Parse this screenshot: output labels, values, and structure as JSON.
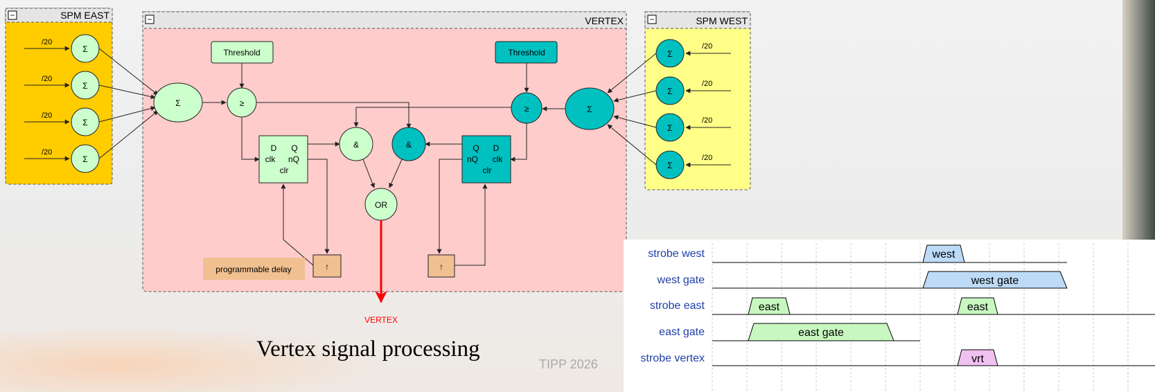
{
  "diagram": {
    "spm_east": {
      "title": "SPM EAST",
      "collapse": "−",
      "input_labels": [
        "/20",
        "/20",
        "/20",
        "/20"
      ],
      "sum_symbols": [
        "Σ",
        "Σ",
        "Σ",
        "Σ"
      ],
      "color": "#ffcc00"
    },
    "spm_west": {
      "title": "SPM WEST",
      "collapse": "−",
      "input_labels": [
        "/20",
        "/20",
        "/20",
        "/20"
      ],
      "sum_symbols": [
        "Σ",
        "Σ",
        "Σ",
        "Σ"
      ],
      "color": "#ffff88"
    },
    "vertex": {
      "title": "VERTEX",
      "collapse": "−",
      "color": "#ffcccc",
      "east_sum": "Σ",
      "west_sum": "Σ",
      "east_threshold": "Threshold",
      "west_threshold": "Threshold",
      "east_compare": "≥",
      "west_compare": "≥",
      "east_and": "&",
      "west_and": "&",
      "or_gate": "OR",
      "east_ff": {
        "d": "D",
        "q": "Q",
        "clk": "clk",
        "nq": "nQ",
        "clr": "clr"
      },
      "west_ff": {
        "q": "Q",
        "d": "D",
        "nq": "nQ",
        "clk": "clk",
        "clr": "clr"
      },
      "east_delay": "↑",
      "west_delay": "↑",
      "delay_note": "programmable delay",
      "output_label": "VERTEX",
      "green": "#ccffcc",
      "teal": "#00c0c0",
      "output_color": "#ff0000"
    }
  },
  "timing": {
    "labels": [
      "strobe west",
      "west gate",
      "strobe east",
      "east gate",
      "strobe vertex"
    ],
    "pulses": {
      "west": "west",
      "west_gate": "west gate",
      "east1": "east",
      "east2": "east",
      "east_gate": "east gate",
      "vrt": "vrt"
    },
    "label_color": "#1f3fa8"
  },
  "footer": {
    "title": "Vertex signal processing",
    "conference": "TIPP 2026"
  }
}
